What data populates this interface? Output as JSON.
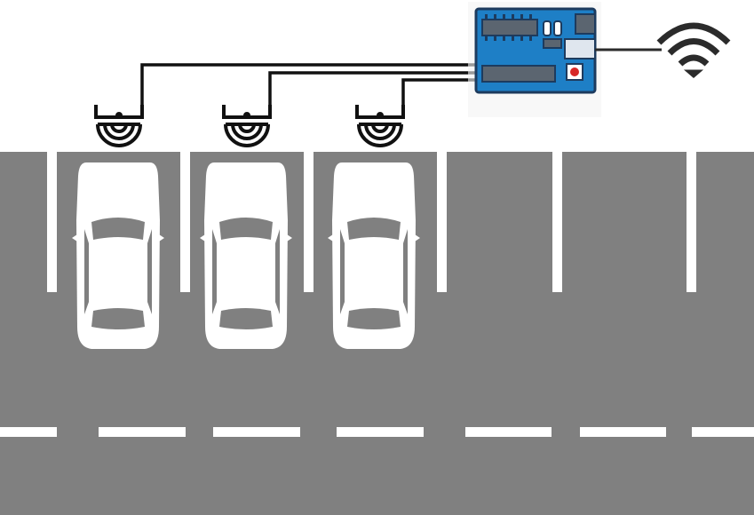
{
  "scene": {
    "occupied_spots": 3,
    "total_spots": 6,
    "sensors": 3
  },
  "colors": {
    "asphalt": "#808080",
    "line": "#ffffff",
    "car": "#ffffff",
    "board": "#1e7fc6",
    "board_outline": "#1d3b5e",
    "wire": "#111111",
    "wifi": "#2b2b2b"
  },
  "icons": {
    "controller": "microcontroller-board-icon",
    "sensor": "ultrasonic-sensor-icon",
    "wireless": "wifi-icon",
    "car": "car-top-view-icon"
  }
}
